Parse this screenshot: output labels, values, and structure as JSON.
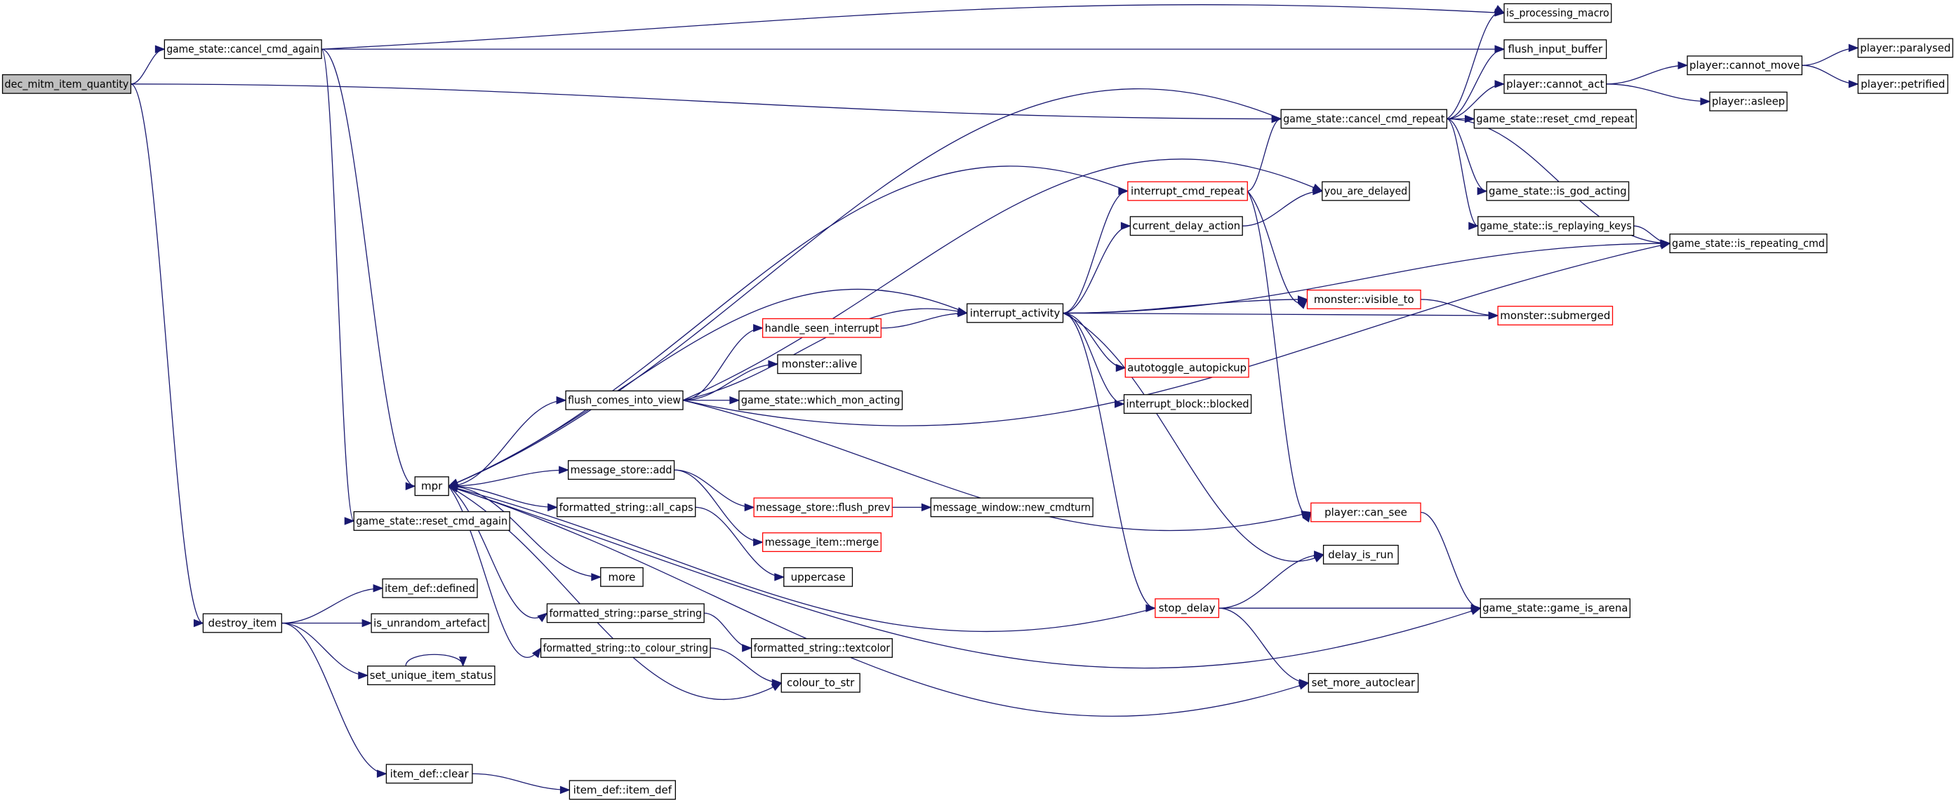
{
  "colors": {
    "edge": "#191970",
    "node_border": "#000000",
    "truncated_border": "#ff0000",
    "root_fill": "#bfbfbf",
    "node_fill": "#ffffff"
  },
  "nodes": [
    {
      "id": "n0",
      "label": "dec_mitm_item_quantity",
      "kind": "root"
    },
    {
      "id": "n1",
      "label": "game_state::cancel_cmd_again",
      "kind": "normal"
    },
    {
      "id": "n2",
      "label": "is_processing_macro",
      "kind": "normal"
    },
    {
      "id": "n3",
      "label": "flush_input_buffer",
      "kind": "normal"
    },
    {
      "id": "n4",
      "label": "mpr",
      "kind": "normal"
    },
    {
      "id": "n5",
      "label": "game_state::reset_cmd_again",
      "kind": "normal"
    },
    {
      "id": "n6",
      "label": "game_state::cancel_cmd_repeat",
      "kind": "normal"
    },
    {
      "id": "n7",
      "label": "player::cannot_act",
      "kind": "normal"
    },
    {
      "id": "n8",
      "label": "player::cannot_move",
      "kind": "normal"
    },
    {
      "id": "n9",
      "label": "player::paralysed",
      "kind": "normal"
    },
    {
      "id": "n10",
      "label": "player::petrified",
      "kind": "normal"
    },
    {
      "id": "n11",
      "label": "player::asleep",
      "kind": "normal"
    },
    {
      "id": "n12",
      "label": "game_state::reset_cmd_repeat",
      "kind": "normal"
    },
    {
      "id": "n13",
      "label": "game_state::is_god_acting",
      "kind": "normal"
    },
    {
      "id": "n14",
      "label": "game_state::is_replaying_keys",
      "kind": "normal"
    },
    {
      "id": "n15",
      "label": "game_state::is_repeating_cmd",
      "kind": "normal"
    },
    {
      "id": "n16",
      "label": "interrupt_cmd_repeat",
      "kind": "truncated"
    },
    {
      "id": "n17",
      "label": "you_are_delayed",
      "kind": "normal"
    },
    {
      "id": "n18",
      "label": "current_delay_action",
      "kind": "normal"
    },
    {
      "id": "n19",
      "label": "interrupt_activity",
      "kind": "normal"
    },
    {
      "id": "n20",
      "label": "handle_seen_interrupt",
      "kind": "truncated"
    },
    {
      "id": "n21",
      "label": "monster::visible_to",
      "kind": "truncated"
    },
    {
      "id": "n22",
      "label": "monster::submerged",
      "kind": "truncated"
    },
    {
      "id": "n23",
      "label": "autotoggle_autopickup",
      "kind": "truncated"
    },
    {
      "id": "n24",
      "label": "interrupt_block::blocked",
      "kind": "normal"
    },
    {
      "id": "n25",
      "label": "monster::alive",
      "kind": "normal"
    },
    {
      "id": "n26",
      "label": "flush_comes_into_view",
      "kind": "normal"
    },
    {
      "id": "n27",
      "label": "game_state::which_mon_acting",
      "kind": "normal"
    },
    {
      "id": "n28",
      "label": "message_store::add",
      "kind": "normal"
    },
    {
      "id": "n29",
      "label": "message_store::flush_prev",
      "kind": "truncated"
    },
    {
      "id": "n30",
      "label": "message_window::new_cmdturn",
      "kind": "normal"
    },
    {
      "id": "n31",
      "label": "player::can_see",
      "kind": "truncated"
    },
    {
      "id": "n32",
      "label": "formatted_string::all_caps",
      "kind": "normal"
    },
    {
      "id": "n33",
      "label": "message_item::merge",
      "kind": "truncated"
    },
    {
      "id": "n34",
      "label": "uppercase",
      "kind": "normal"
    },
    {
      "id": "n35",
      "label": "more",
      "kind": "normal"
    },
    {
      "id": "n36",
      "label": "delay_is_run",
      "kind": "normal"
    },
    {
      "id": "n37",
      "label": "stop_delay",
      "kind": "truncated"
    },
    {
      "id": "n38",
      "label": "game_state::game_is_arena",
      "kind": "normal"
    },
    {
      "id": "n39",
      "label": "formatted_string::parse_string",
      "kind": "normal"
    },
    {
      "id": "n40",
      "label": "formatted_string::textcolor",
      "kind": "normal"
    },
    {
      "id": "n41",
      "label": "formatted_string::to_colour_string",
      "kind": "normal"
    },
    {
      "id": "n42",
      "label": "colour_to_str",
      "kind": "normal"
    },
    {
      "id": "n43",
      "label": "set_more_autoclear",
      "kind": "normal"
    },
    {
      "id": "n44",
      "label": "destroy_item",
      "kind": "normal"
    },
    {
      "id": "n45",
      "label": "item_def::defined",
      "kind": "normal"
    },
    {
      "id": "n46",
      "label": "is_unrandom_artefact",
      "kind": "normal"
    },
    {
      "id": "n47",
      "label": "set_unique_item_status",
      "kind": "normal"
    },
    {
      "id": "n48",
      "label": "item_def::clear",
      "kind": "normal"
    },
    {
      "id": "n49",
      "label": "item_def::item_def",
      "kind": "normal"
    }
  ],
  "edges": [
    [
      "n0",
      "n1"
    ],
    [
      "n0",
      "n6"
    ],
    [
      "n0",
      "n44"
    ],
    [
      "n1",
      "n2"
    ],
    [
      "n1",
      "n3"
    ],
    [
      "n1",
      "n4"
    ],
    [
      "n1",
      "n5"
    ],
    [
      "n6",
      "n2"
    ],
    [
      "n6",
      "n3"
    ],
    [
      "n6",
      "n4"
    ],
    [
      "n6",
      "n7"
    ],
    [
      "n6",
      "n12"
    ],
    [
      "n6",
      "n13"
    ],
    [
      "n6",
      "n14"
    ],
    [
      "n6",
      "n15"
    ],
    [
      "n7",
      "n8"
    ],
    [
      "n7",
      "n11"
    ],
    [
      "n8",
      "n9"
    ],
    [
      "n8",
      "n10"
    ],
    [
      "n14",
      "n15"
    ],
    [
      "n4",
      "n26"
    ],
    [
      "n4",
      "n28"
    ],
    [
      "n4",
      "n32"
    ],
    [
      "n4",
      "n35"
    ],
    [
      "n4",
      "n39"
    ],
    [
      "n4",
      "n41"
    ],
    [
      "n4",
      "n42"
    ],
    [
      "n4",
      "n43"
    ],
    [
      "n4",
      "n38"
    ],
    [
      "n26",
      "n17"
    ],
    [
      "n26",
      "n20"
    ],
    [
      "n26",
      "n25"
    ],
    [
      "n26",
      "n27"
    ],
    [
      "n26",
      "n15"
    ],
    [
      "n26",
      "n31"
    ],
    [
      "n26",
      "n19"
    ],
    [
      "n20",
      "n19"
    ],
    [
      "n19",
      "n4"
    ],
    [
      "n19",
      "n16"
    ],
    [
      "n19",
      "n18"
    ],
    [
      "n19",
      "n15"
    ],
    [
      "n19",
      "n21"
    ],
    [
      "n19",
      "n22"
    ],
    [
      "n19",
      "n23"
    ],
    [
      "n19",
      "n24"
    ],
    [
      "n19",
      "n36"
    ],
    [
      "n19",
      "n37"
    ],
    [
      "n16",
      "n4"
    ],
    [
      "n16",
      "n6"
    ],
    [
      "n16",
      "n21"
    ],
    [
      "n16",
      "n31"
    ],
    [
      "n18",
      "n17"
    ],
    [
      "n21",
      "n22"
    ],
    [
      "n28",
      "n29"
    ],
    [
      "n28",
      "n33"
    ],
    [
      "n29",
      "n30"
    ],
    [
      "n32",
      "n34"
    ],
    [
      "n31",
      "n38"
    ],
    [
      "n37",
      "n4"
    ],
    [
      "n37",
      "n36"
    ],
    [
      "n37",
      "n38"
    ],
    [
      "n37",
      "n43"
    ],
    [
      "n39",
      "n40"
    ],
    [
      "n41",
      "n42"
    ],
    [
      "n44",
      "n45"
    ],
    [
      "n44",
      "n46"
    ],
    [
      "n44",
      "n47"
    ],
    [
      "n44",
      "n48"
    ],
    [
      "n47",
      "n47"
    ],
    [
      "n48",
      "n49"
    ]
  ]
}
